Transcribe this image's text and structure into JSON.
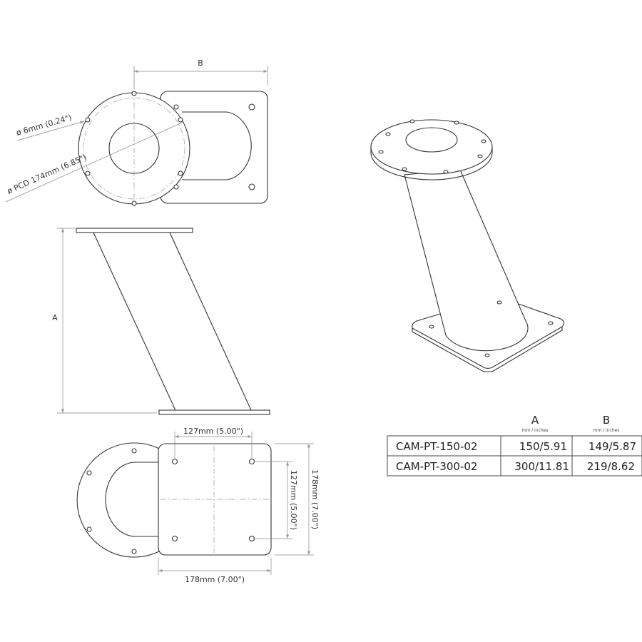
{
  "labels": {
    "dim_b": "B",
    "dim_a": "A",
    "hole_dia": "ø 6mm (0.24\")",
    "pcd": "ø PCD 174mm (6.85\")",
    "hole_spacing_h": "127mm (5.00\")",
    "hole_spacing_v": "127mm (5.00\")",
    "plate_width": "178mm (7.00\")",
    "plate_height": "178mm (7.00\")"
  },
  "table": {
    "headers": [
      {
        "label": "A",
        "unit": "mm / inches"
      },
      {
        "label": "B",
        "unit": "mm / inches"
      }
    ],
    "rows": [
      {
        "model": "CAM-PT-150-02",
        "a": "150/5.91",
        "b": "149/5.87"
      },
      {
        "model": "CAM-PT-300-02",
        "a": "300/11.81",
        "b": "219/8.62"
      }
    ]
  }
}
